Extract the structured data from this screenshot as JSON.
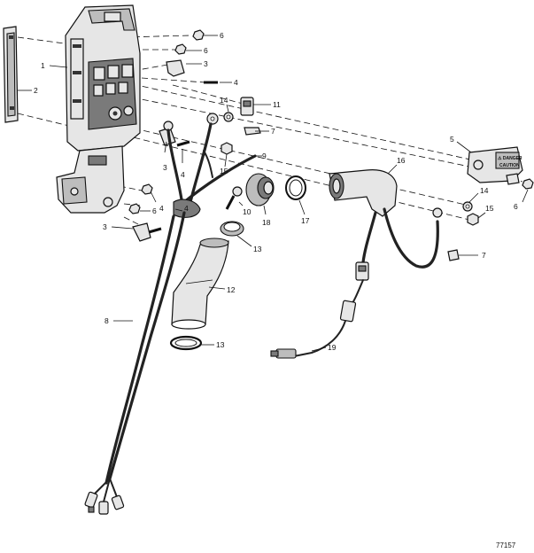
{
  "figure_id": "77157",
  "caution_label": {
    "line1": "⚠ DANGER",
    "line2": "CAUTION"
  },
  "callouts": [
    {
      "id": "c1",
      "text": "1"
    },
    {
      "id": "c2",
      "text": "2"
    },
    {
      "id": "c3a",
      "text": "3"
    },
    {
      "id": "c3b",
      "text": "3"
    },
    {
      "id": "c3c",
      "text": "3"
    },
    {
      "id": "c4a",
      "text": "4"
    },
    {
      "id": "c4b",
      "text": "4"
    },
    {
      "id": "c4c",
      "text": "4"
    },
    {
      "id": "c4d",
      "text": "4"
    },
    {
      "id": "c5",
      "text": "5"
    },
    {
      "id": "c6a",
      "text": "6"
    },
    {
      "id": "c6b",
      "text": "6"
    },
    {
      "id": "c6c",
      "text": "6"
    },
    {
      "id": "c6d",
      "text": "6"
    },
    {
      "id": "c7a",
      "text": "7"
    },
    {
      "id": "c7b",
      "text": "7"
    },
    {
      "id": "c8",
      "text": "8"
    },
    {
      "id": "c9",
      "text": "9"
    },
    {
      "id": "c10",
      "text": "10"
    },
    {
      "id": "c11",
      "text": "11"
    },
    {
      "id": "c12",
      "text": "12"
    },
    {
      "id": "c13a",
      "text": "13"
    },
    {
      "id": "c13b",
      "text": "13"
    },
    {
      "id": "c14a",
      "text": "14"
    },
    {
      "id": "c14b",
      "text": "14"
    },
    {
      "id": "c15a",
      "text": "15"
    },
    {
      "id": "c15b",
      "text": "15"
    },
    {
      "id": "c16",
      "text": "16"
    },
    {
      "id": "c17",
      "text": "17"
    },
    {
      "id": "c18",
      "text": "18"
    },
    {
      "id": "c19",
      "text": "19"
    }
  ]
}
